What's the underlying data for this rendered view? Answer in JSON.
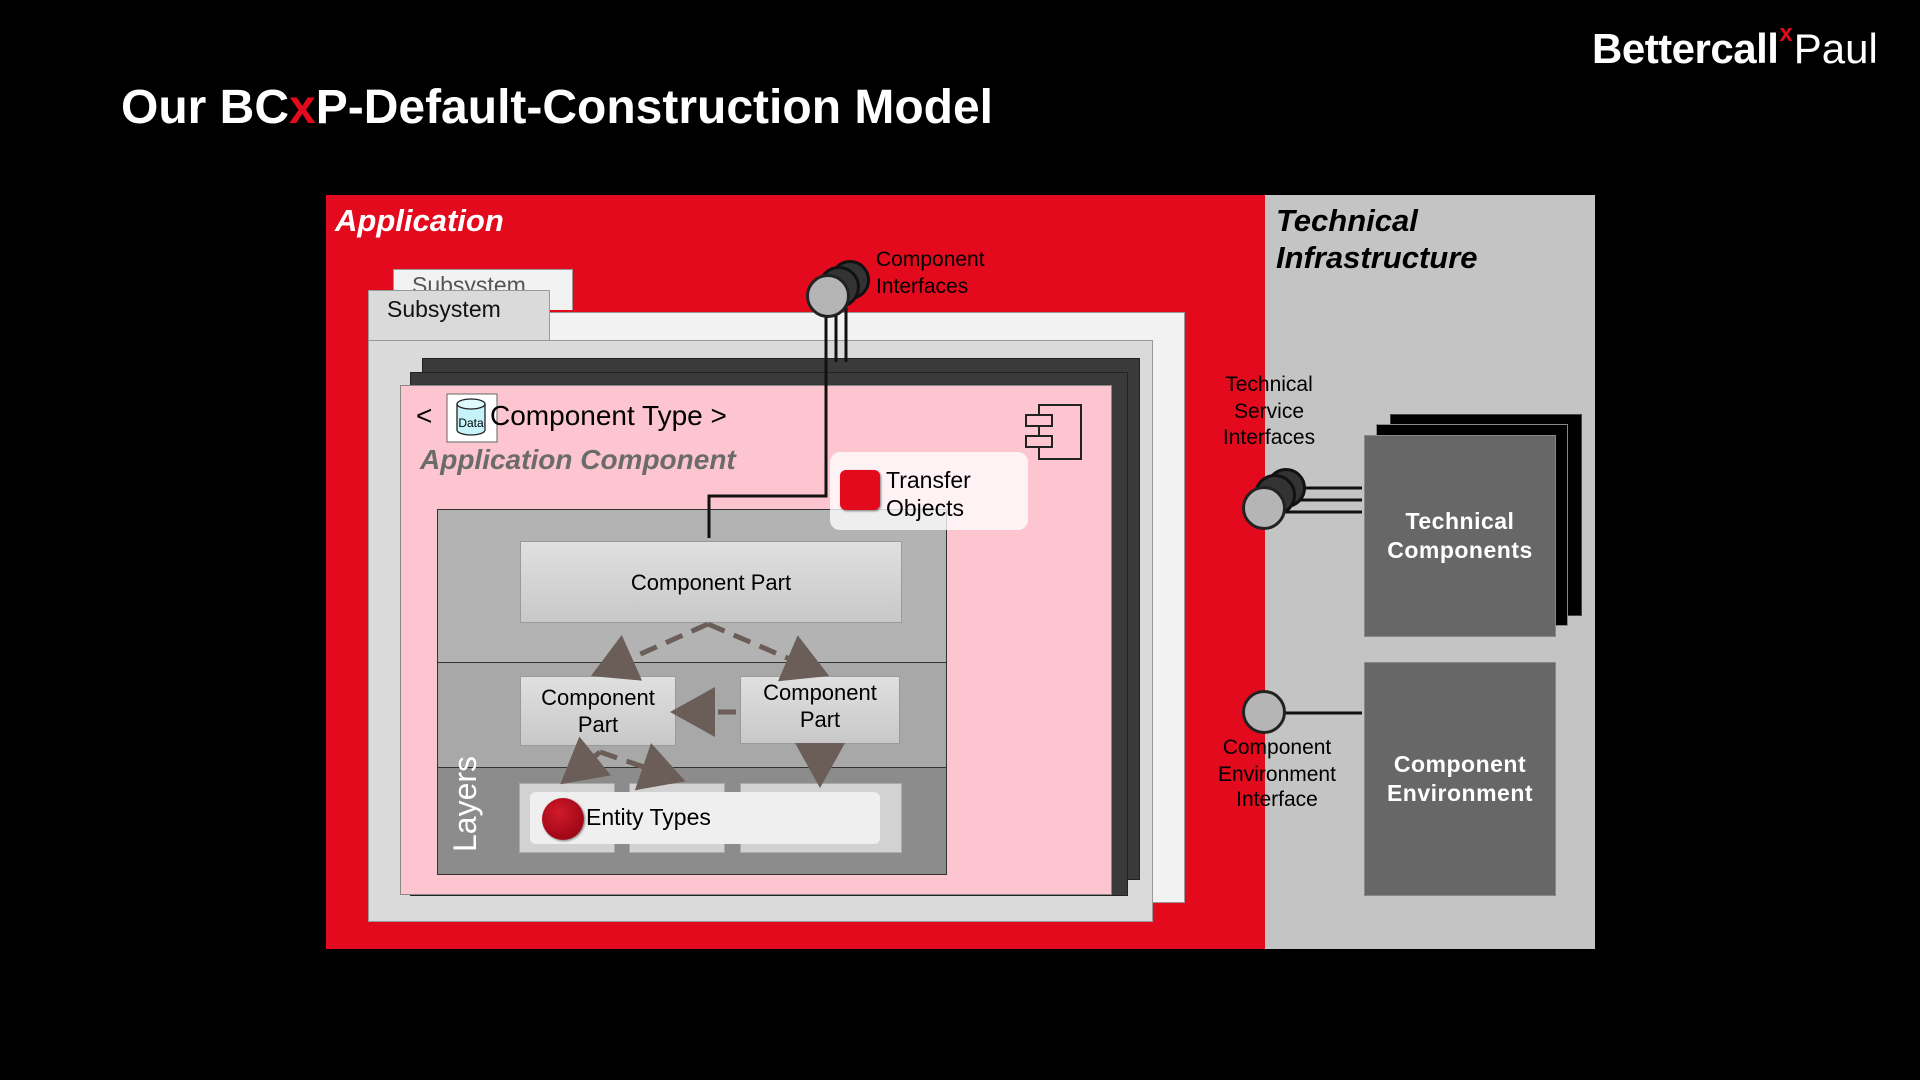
{
  "brand": {
    "part1": "Bettercall",
    "x": "x",
    "part2": "Paul"
  },
  "slide": {
    "title_pre": "Our BC",
    "title_x": "x",
    "title_post": "P-Default-Construction Model"
  },
  "application": {
    "title": "Application",
    "subsystem_back_label": "Subsystem",
    "subsystem_front_label": "Subsystem",
    "component_interfaces_label_1": "Component",
    "component_interfaces_label_2": "Interfaces",
    "component_type_prefix": "<",
    "data_icon_label": "Data",
    "component_type_label": "Component Type >",
    "application_component_label": "Application Component",
    "transfer_objects_1": "Transfer",
    "transfer_objects_2": "Objects",
    "layers_label": "Layers",
    "part_top": "Component Part",
    "part_mid_left_1": "Component",
    "part_mid_left_2": "Part",
    "part_mid_right": "Component Part",
    "entity_types": "Entity Types"
  },
  "technical": {
    "title_1": "Technical",
    "title_2": "Infrastructure",
    "service_interfaces_1": "Technical",
    "service_interfaces_2": "Service",
    "service_interfaces_3": "Interfaces",
    "env_interface_1": "Component",
    "env_interface_2": "Environment",
    "env_interface_3": "Interface",
    "tech_components_1": "Technical",
    "tech_components_2": "Components",
    "comp_env_1": "Component",
    "comp_env_2": "Environment"
  },
  "colors": {
    "brand_red": "#e30a1e",
    "pink": "#fdc5cf",
    "tech_gray": "#c4c4c4"
  }
}
